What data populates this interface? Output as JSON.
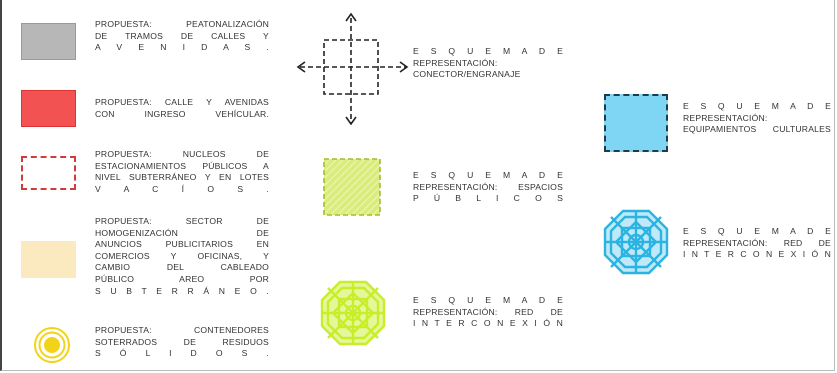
{
  "legend": {
    "items": [
      {
        "id": "peatonalizacion",
        "color": "#b7b7b7",
        "lines": [
          "PROPUESTA: PEATONALIZACIÓN",
          "DE TRAMOS DE CALLES Y",
          "A V E N I D A S ."
        ]
      },
      {
        "id": "calle-vehicular",
        "color": "#f25252",
        "lines": [
          "PROPUESTA: CALLE Y AVENIDAS",
          "CON INGRESO VEHÍCULAR."
        ]
      },
      {
        "id": "estacionamientos",
        "color": "#d23b3b",
        "lines": [
          "PROPUESTA: NUCLEOS DE",
          "ESTACIONAMIENTOS PÚBLICOS A",
          "NIVEL SUBTERRÁNEO Y EN LOTES",
          "V A C Í O S ."
        ]
      },
      {
        "id": "anuncios",
        "color": "#fbe9bf",
        "lines": [
          "PROPUESTA: SECTOR DE",
          "HOMOGENIZACIÓN DE",
          "ANUNCIOS PUBLICITARIOS EN",
          "COMERCIOS Y OFICINAS, Y",
          "CAMBIO DEL CABLEADO",
          "PÚBLICO AREO POR",
          "S U B T E R R Á N E O ."
        ]
      },
      {
        "id": "contenedores",
        "color": "#f2d31a",
        "lines": [
          "PROPUESTA: CONTENEDORES",
          "SOTERRADOS DE RESIDUOS",
          "S Ó L I D O S ."
        ]
      }
    ]
  },
  "schemes": {
    "conector": {
      "lines": [
        "E S Q U E M A   D E",
        "REPRESENTACIÓN:",
        "CONECTOR/ENGRANAJE"
      ]
    },
    "espacios": {
      "color": "#d9ec7c",
      "lines": [
        "E S Q U E M A   D E",
        "REPRESENTACIÓN: ESPACIOS",
        "P Ú B L I C O S"
      ]
    },
    "red-verde": {
      "color": "#c8ee2a",
      "lines": [
        "E S Q U E M A   D E",
        "REPRESENTACIÓN: RED DE",
        "I N T E R C O N E X I Ó N"
      ]
    },
    "equipamientos": {
      "color": "#7fd6f4",
      "lines": [
        "E S Q U E M A   D E",
        "REPRESENTACIÓN:",
        "EQUIPAMIENTOS CULTURALES"
      ]
    },
    "red-azul": {
      "color": "#2bb4e2",
      "lines": [
        "E S Q U E M A   D E",
        "REPRESENTACIÓN: RED DE",
        "I N T E R C O N E X I Ó N"
      ]
    }
  }
}
